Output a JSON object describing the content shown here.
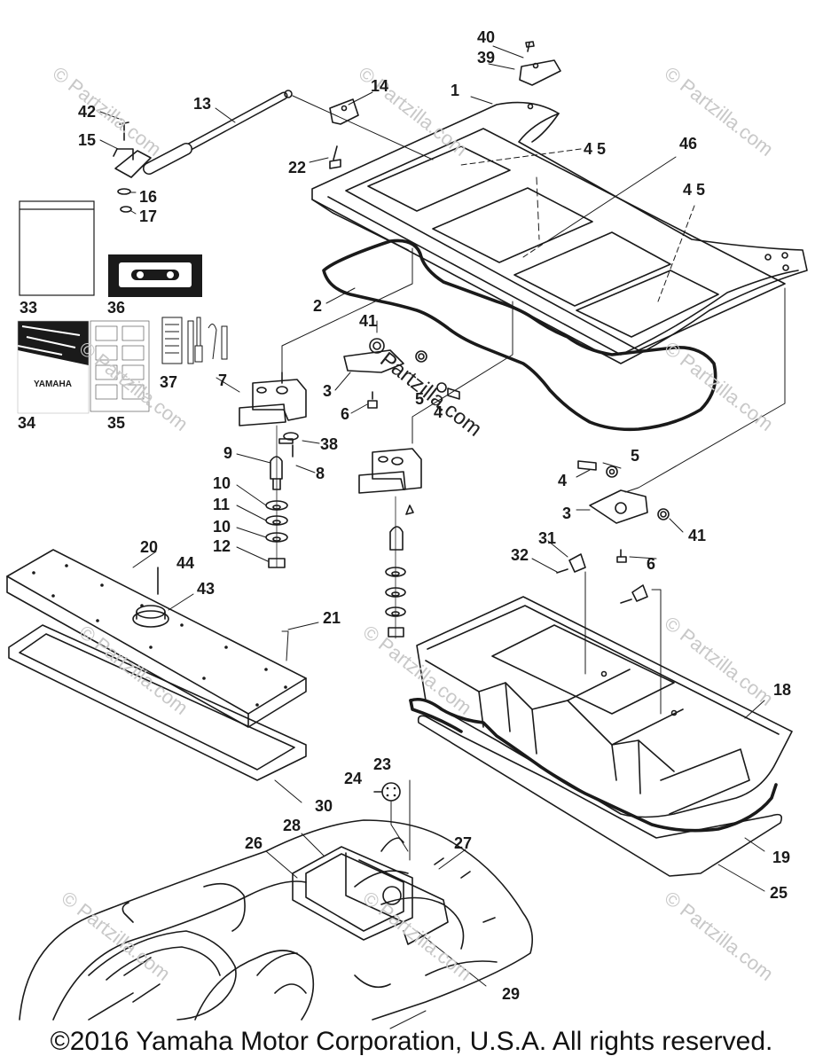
{
  "callouts": [
    {
      "id": "c1",
      "text": "1"
    },
    {
      "id": "c2",
      "text": "2"
    },
    {
      "id": "c3a",
      "text": "3"
    },
    {
      "id": "c3b",
      "text": "3"
    },
    {
      "id": "c4a",
      "text": "4"
    },
    {
      "id": "c4b",
      "text": "4"
    },
    {
      "id": "c5a",
      "text": "5"
    },
    {
      "id": "c5b",
      "text": "5"
    },
    {
      "id": "c6a",
      "text": "6"
    },
    {
      "id": "c6b",
      "text": "6"
    },
    {
      "id": "c7",
      "text": "7"
    },
    {
      "id": "c8",
      "text": "8"
    },
    {
      "id": "c9",
      "text": "9"
    },
    {
      "id": "c10a",
      "text": "10"
    },
    {
      "id": "c10b",
      "text": "10"
    },
    {
      "id": "c11",
      "text": "11"
    },
    {
      "id": "c12",
      "text": "12"
    },
    {
      "id": "c13",
      "text": "13"
    },
    {
      "id": "c14",
      "text": "14"
    },
    {
      "id": "c15",
      "text": "15"
    },
    {
      "id": "c16",
      "text": "16"
    },
    {
      "id": "c17",
      "text": "17"
    },
    {
      "id": "c18",
      "text": "18"
    },
    {
      "id": "c19",
      "text": "19"
    },
    {
      "id": "c20",
      "text": "20"
    },
    {
      "id": "c21",
      "text": "21"
    },
    {
      "id": "c22",
      "text": "22"
    },
    {
      "id": "c23",
      "text": "23"
    },
    {
      "id": "c24",
      "text": "24"
    },
    {
      "id": "c25",
      "text": "25"
    },
    {
      "id": "c26",
      "text": "26"
    },
    {
      "id": "c27",
      "text": "27"
    },
    {
      "id": "c28",
      "text": "28"
    },
    {
      "id": "c29",
      "text": "29"
    },
    {
      "id": "c30",
      "text": "30"
    },
    {
      "id": "c31",
      "text": "31"
    },
    {
      "id": "c32",
      "text": "32"
    },
    {
      "id": "c33",
      "text": "33"
    },
    {
      "id": "c34",
      "text": "34"
    },
    {
      "id": "c35",
      "text": "35"
    },
    {
      "id": "c36",
      "text": "36"
    },
    {
      "id": "c37",
      "text": "37"
    },
    {
      "id": "c38",
      "text": "38"
    },
    {
      "id": "c39",
      "text": "39"
    },
    {
      "id": "c40",
      "text": "40"
    },
    {
      "id": "c41a",
      "text": "41"
    },
    {
      "id": "c41b",
      "text": "41"
    },
    {
      "id": "c42",
      "text": "42"
    },
    {
      "id": "c43",
      "text": "43"
    },
    {
      "id": "c44",
      "text": "44"
    },
    {
      "id": "c45a",
      "text": "4 5"
    },
    {
      "id": "c45b",
      "text": "4 5"
    },
    {
      "id": "c46",
      "text": "46"
    }
  ],
  "watermark": {
    "text": "© Partzilla.com",
    "center_text": "Partzilla.com"
  },
  "manual_cover": {
    "brand": "YAMAHA"
  },
  "copyright": "©2016 Yamaha Motor Corporation, U.S.A. All rights reserved."
}
